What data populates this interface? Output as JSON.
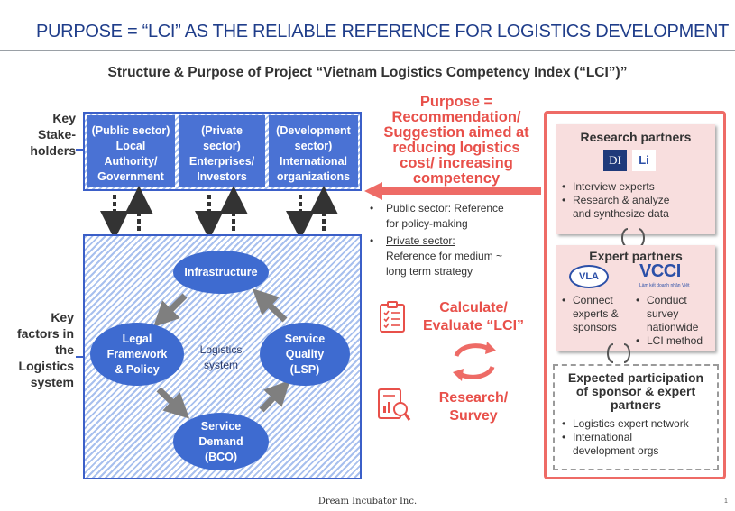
{
  "header": {
    "title": "PURPOSE = “LCI” AS THE RELIABLE REFERENCE FOR LOGISTICS DEVELOPMENT",
    "subtitle": "Structure & Purpose of Project “Vietnam Logistics Competency Index (“LCI”)”"
  },
  "left_labels": {
    "stakeholders": [
      "Key",
      "Stake-",
      "holders"
    ],
    "factors": [
      "Key",
      "factors in",
      "the",
      "Logistics",
      "system"
    ]
  },
  "stakeholders": [
    {
      "lines": [
        "(Public sector)",
        "Local",
        "Authority/",
        "Government"
      ]
    },
    {
      "lines": [
        "(Private",
        "sector)",
        "Enterprises/",
        "Investors"
      ]
    },
    {
      "lines": [
        "(Development",
        "sector)",
        "International",
        "organizations"
      ]
    }
  ],
  "logistics_system": {
    "center_lines": [
      "Logistics",
      "system"
    ],
    "nodes": {
      "infrastructure": [
        "Infrastructure"
      ],
      "legal": [
        "Legal",
        "Framework",
        "& Policy"
      ],
      "service_quality": [
        "Service",
        "Quality",
        "(LSP)"
      ],
      "service_demand": [
        "Service",
        "Demand",
        "(BCO)"
      ]
    }
  },
  "purpose": {
    "lines": [
      "Purpose =",
      "Recommendation/",
      "Suggestion aimed at",
      "reducing logistics",
      "cost/ increasing",
      "competency"
    ]
  },
  "purpose_bullets": [
    {
      "lines": [
        "Public sector: Reference",
        "for policy-making"
      ]
    },
    {
      "lines": [
        "Private sector:",
        "Reference for medium ~",
        "long term strategy"
      ]
    }
  ],
  "process": {
    "calculate": [
      "Calculate/",
      "Evaluate “LCI”"
    ],
    "research": [
      "Research/",
      "Survey"
    ]
  },
  "partners": {
    "research": {
      "title": "Research partners",
      "logo1": "DI",
      "logo2": "Li",
      "items": [
        "Interview experts",
        "Research & analyze",
        "and synthesize data"
      ]
    },
    "expert": {
      "title": "Expert partners",
      "logo1": "VLA",
      "logo2": "VCCI",
      "logo2_caption": "Làm kết doanh nhân Việt",
      "left_items": [
        "Connect",
        "experts &",
        "sponsors"
      ],
      "right_items": [
        "Conduct",
        "survey",
        "nationwide",
        "LCI method"
      ]
    },
    "expected": {
      "title": [
        "Expected participation",
        "of sponsor & expert",
        "partners"
      ],
      "items": [
        "Logistics expert network",
        "International",
        "development orgs"
      ]
    }
  },
  "footer": {
    "company": "Dream Incubator Inc.",
    "page": "1"
  },
  "colors": {
    "title_blue": "#1f3d8a",
    "box_blue": "#4a72d4",
    "accent_red": "#e8504a",
    "panel_pink": "#f8dede"
  }
}
